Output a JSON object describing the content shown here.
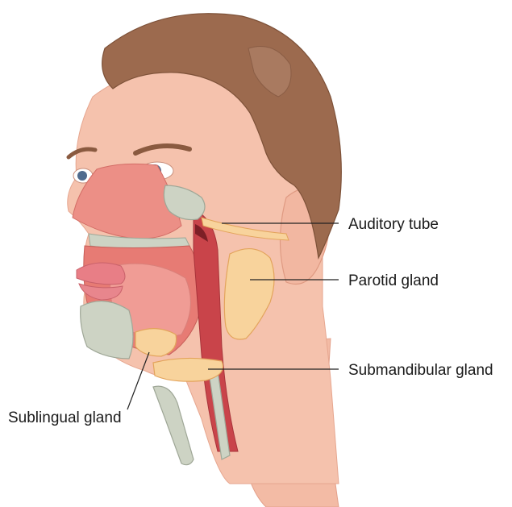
{
  "labels": {
    "auditory_tube": "Auditory tube",
    "parotid_gland": "Parotid gland",
    "submandibular_gland": "Submandibular gland",
    "sublingual_gland": "Sublingual gland"
  },
  "colors": {
    "hair": "#9c6a4e",
    "skin": "#f5c2ad",
    "skin_light": "#f9d6c7",
    "nasal_cavity": "#ec8f86",
    "oral_cavity": "#e77b74",
    "tongue": "#f09c95",
    "pharynx": "#c9444a",
    "bone": "#cdd3c4",
    "bone_outline": "#9fa797",
    "gland": "#f8d39c",
    "gland_outline": "#e3a45c",
    "iris": "#4f6b8e",
    "lip": "#e87e86"
  }
}
